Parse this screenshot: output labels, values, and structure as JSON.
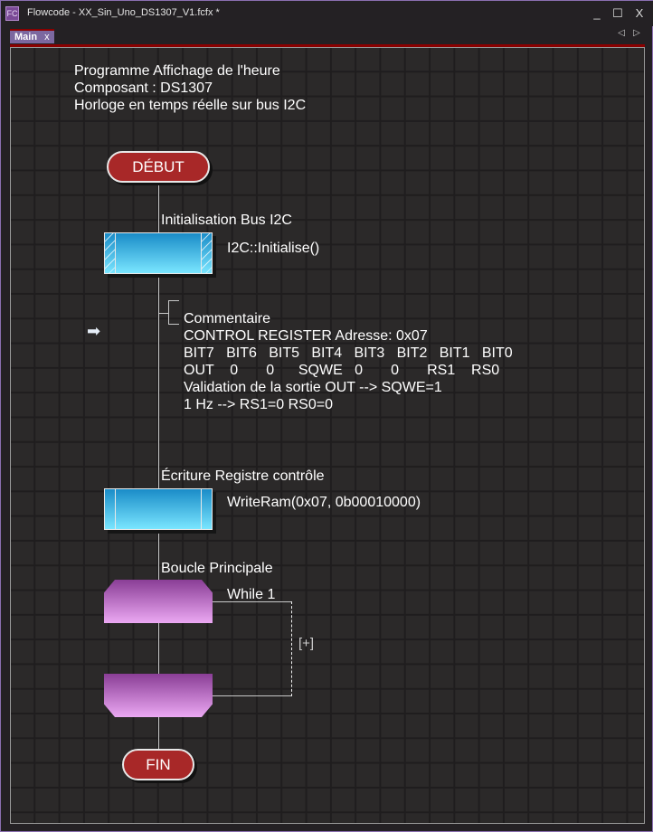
{
  "window": {
    "title": "Flowcode - XX_Sin_Uno_DS1307_V1.fcfx *",
    "icon": "flowcode-icon",
    "minimize": "_",
    "maximize": "☐",
    "close": "X"
  },
  "tabs": [
    {
      "label": "Main",
      "close": "x"
    }
  ],
  "tab_nav": {
    "prev": "◁",
    "next": "▷"
  },
  "header_comment": [
    "Programme Affichage de l'heure",
    "Composant : DS1307",
    "Horloge en temps réelle sur bus I2C"
  ],
  "flow": {
    "start": "DÉBUT",
    "init": {
      "label": "Initialisation Bus I2C",
      "code": "I2C::Initialise()"
    },
    "comment": {
      "title": "Commentaire",
      "lines": [
        "CONTROL REGISTER Adresse: 0x07",
        "BIT7   BIT6   BIT5   BIT4   BIT3   BIT2   BIT1   BIT0",
        "OUT    0       0      SQWE   0       0       RS1    RS0",
        "Validation de la sortie OUT --> SQWE=1",
        "1 Hz --> RS1=0 RS0=0"
      ]
    },
    "write": {
      "label": "Écriture Registre contrôle",
      "code": "WriteRam(0x07, 0b00010000)"
    },
    "loop": {
      "label": "Boucle Principale",
      "condition": "While 1",
      "expand": "[+]"
    },
    "end": "FIN"
  },
  "colors": {
    "terminator": "#a82828",
    "calc": "#1a8cc8",
    "loop": "#8a3e96",
    "tab": "#7c68a0"
  }
}
